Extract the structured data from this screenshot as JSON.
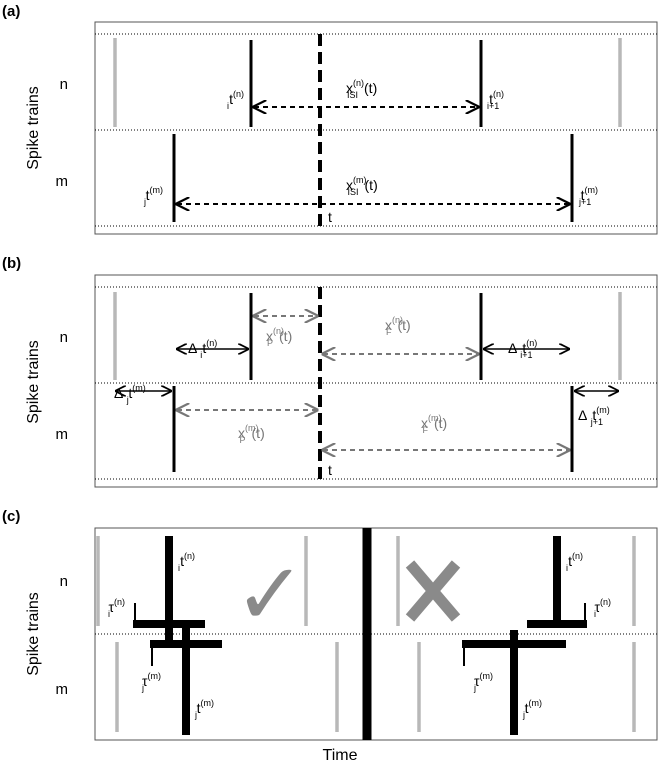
{
  "panels": {
    "a": {
      "label": "(a)"
    },
    "b": {
      "label": "(b)"
    },
    "c": {
      "label": "(c)"
    }
  },
  "axes": {
    "ylabel": "Spike trains",
    "xlabel": "Time",
    "train_n": "n",
    "train_m": "m",
    "time_marker": "t"
  },
  "spike_labels": {
    "t": "t",
    "tau": "τ",
    "delta": "Δ",
    "x": "x",
    "sub_i": "i",
    "sub_i1": "i+1",
    "sub_j": "j",
    "sub_j1": "j+1",
    "sup_n": "(n)",
    "sup_m": "(m)",
    "sub_isi": "ISI",
    "sub_p": "P",
    "sub_f": "F",
    "of_t": "(t)"
  },
  "colors": {
    "main": "#000000",
    "other_spikes": "#b8b8b8",
    "distance": "#777777",
    "guide": "#555555"
  },
  "symbols": {
    "coincident": "✓",
    "not_coincident": "✗"
  }
}
